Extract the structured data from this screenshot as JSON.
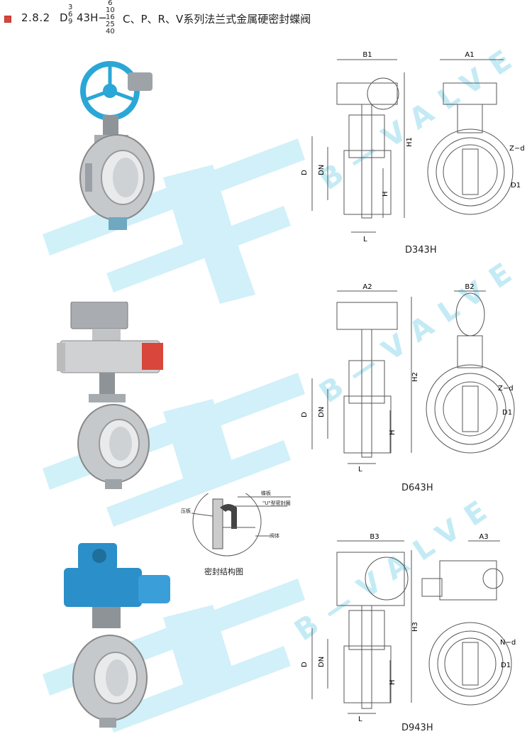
{
  "header": {
    "section_number": "2.8.2",
    "title_prefix": "D",
    "stack_a": [
      "3",
      "6",
      "9"
    ],
    "title_mid": "43H−",
    "stack_b": [
      "6",
      "10",
      "16",
      "25",
      "40"
    ],
    "title_tail": "C、P、R、V系列法兰式金属硬密封蝶阀"
  },
  "watermark": {
    "letters": "B—VALVE"
  },
  "drawings": [
    {
      "caption": "D343H",
      "width_label": "B1",
      "side_label": "A1",
      "height_label": "H1"
    },
    {
      "caption": "D643H",
      "width_label": "A2",
      "side_label": "B2",
      "height_label": "H2"
    },
    {
      "caption": "D943H",
      "width_label": "B3",
      "side_label": "A3",
      "height_label": "H3"
    }
  ],
  "dims": {
    "d": "D",
    "dn": "DN",
    "h": "H",
    "l": "L",
    "z_d": "Z−d",
    "n_d": "N−d",
    "d1": "D1"
  },
  "seal": {
    "caption": "密封结构图",
    "label_plate": "蝶板",
    "label_ring": "\"U\"型密封圈",
    "label_press": "压板",
    "label_body": "阀体"
  },
  "colors": {
    "handwheel": "#2aa7d6",
    "actuator_red": "#d9473c",
    "electric_blue": "#2b8fc9",
    "steel": "#b9bcc0",
    "watermark": "#bfeaf5"
  }
}
